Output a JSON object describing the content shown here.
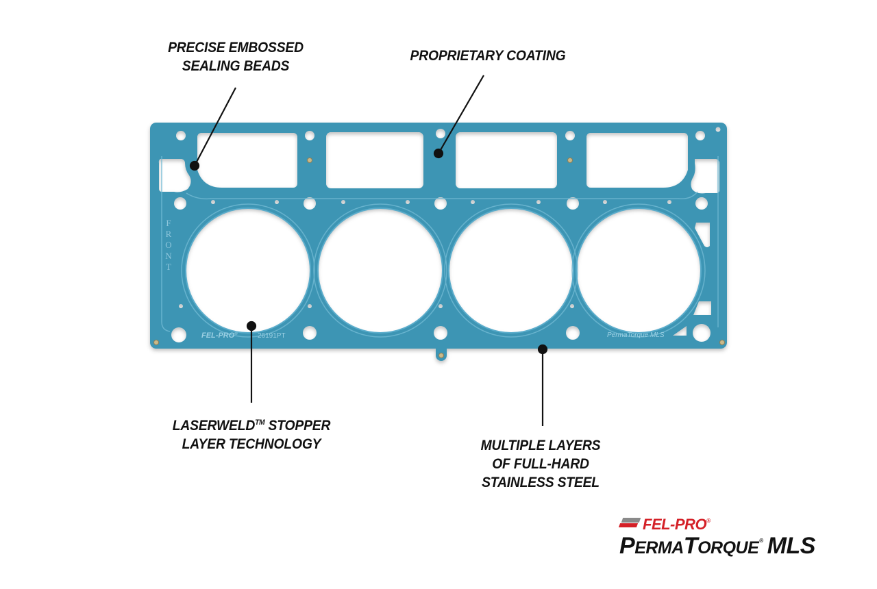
{
  "diagram": {
    "title": "Fel-Pro PermaTorque MLS Head Gasket Features",
    "colors": {
      "gasket": "#3d95b4",
      "gasket_light": "#5aaccb",
      "bead_line": "#6fb8d2",
      "hole": "#ffffff",
      "leader": "#111111",
      "brand_red": "#d42027"
    },
    "callouts": [
      {
        "id": "sealing-beads",
        "lines": [
          "PRECISE EMBOSSED",
          "SEALING BEADS"
        ]
      },
      {
        "id": "coating",
        "lines": [
          "PROPRIETARY COATING"
        ]
      },
      {
        "id": "laserweld",
        "lines": [
          "LASERWELD",
          "LAYER TECHNOLOGY"
        ],
        "trademark": "TM",
        "line1_suffix": " STOPPER"
      },
      {
        "id": "layers",
        "lines": [
          "MULTIPLE LAYERS",
          "OF FULL-HARD",
          "STAINLESS STEEL"
        ]
      }
    ],
    "gasket_markings": {
      "front_label": "FRONT",
      "brand_mark": "FEL-PRO",
      "brand_mark_reg": "®",
      "part_number": "26191PT",
      "product_mark": "PermaTorque MLS"
    },
    "bore_count": 4
  },
  "logo": {
    "brand": "FEL-PRO",
    "brand_reg": "®",
    "product_part1": "P",
    "product_part1_small": "ERMA",
    "product_part2": "T",
    "product_part2_small": "ORQUE",
    "product_reg": "®",
    "product_suffix": "MLS"
  }
}
